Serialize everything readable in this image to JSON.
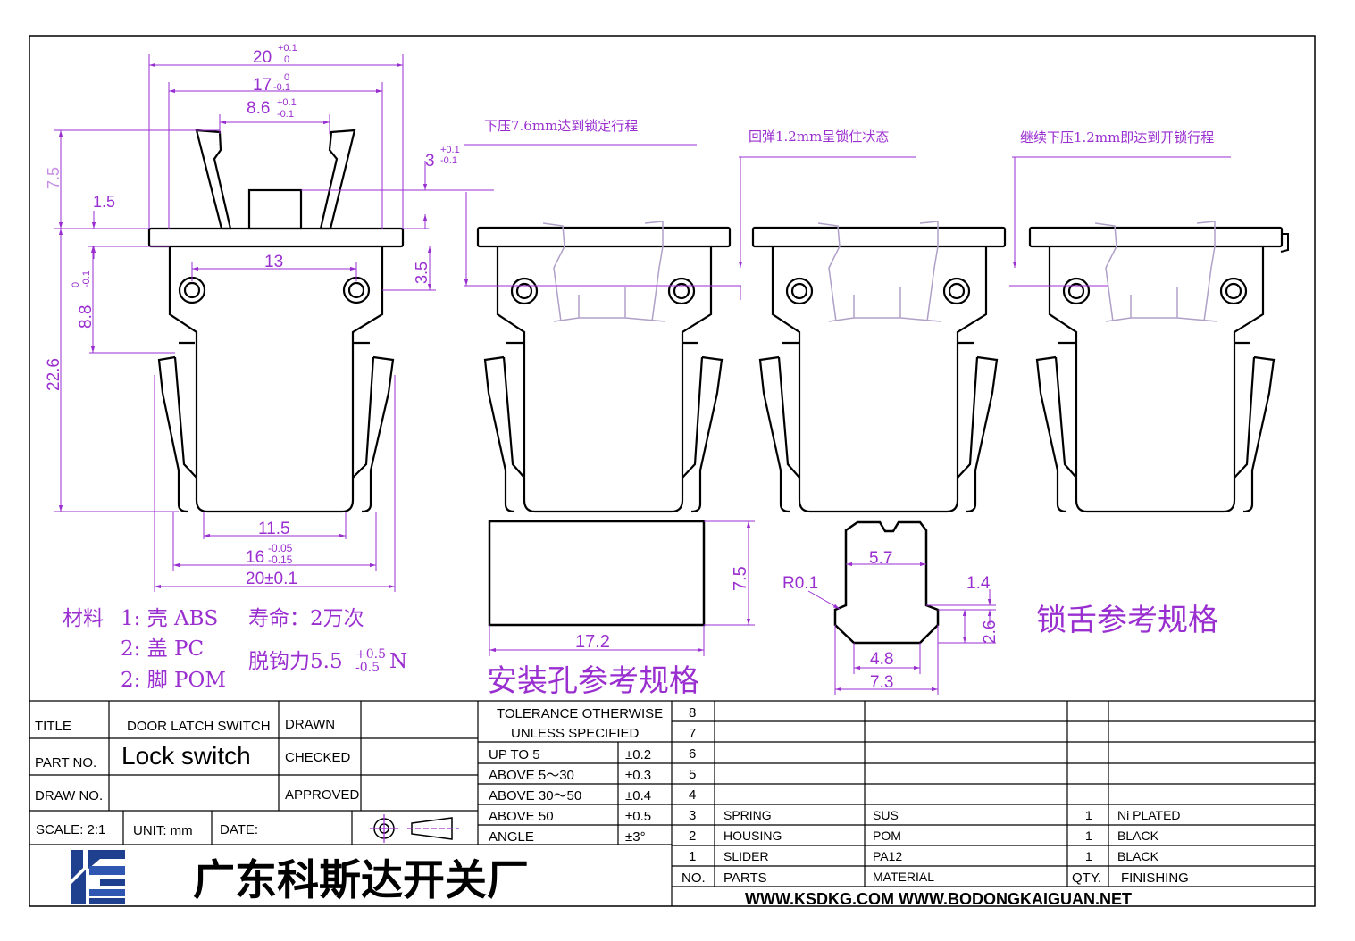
{
  "dimensions": {
    "w20_top": "20",
    "w20_top_tol_up": "+0.1",
    "w20_top_tol_dn": "0",
    "w17": "17",
    "w17_tol_up": "0",
    "w17_tol_dn": "-0.1",
    "w86": "8.6",
    "w86_tol_up": "+0.1",
    "w86_tol_dn": "-0.1",
    "h75": "7.5",
    "h15": "1.5",
    "h3": "3",
    "h3_tol_up": "+0.1",
    "h3_tol_dn": "-0.1",
    "w13": "13",
    "h35": "3.5",
    "h88": "8.8",
    "h88_tol_up": "0",
    "h88_tol_dn": "-0.1",
    "h226": "22.6",
    "w115": "11.5",
    "w16": "16",
    "w16_tol_up": "-0.05",
    "w16_tol_dn": "-0.15",
    "w20_bot": "20±0.1",
    "hole_h": "7.5",
    "hole_w": "17.2",
    "tongue_r": "R0.1",
    "tongue_top": "5.7",
    "tongue_14": "1.4",
    "tongue_26": "2.6",
    "tongue_48": "4.8",
    "tongue_73": "7.3"
  },
  "annotations": {
    "step1": "下压7.6mm达到锁定行程",
    "step2": "回弹1.2mm呈锁住状态",
    "step3": "继续下压1.2mm即达到开锁行程",
    "material_title": "材料",
    "mat1": "1: 壳 ABS",
    "mat2": "2: 盖  PC",
    "mat3": "2: 脚 POM",
    "life": "寿命：2万次",
    "pull_force": "脱钩力5.5",
    "pull_tol_up": "+0.5",
    "pull_tol_dn": "-0.5",
    "pull_unit": "N",
    "hole_spec": "安装孔参考规格",
    "tongue_spec": "锁舌参考规格"
  },
  "title_block": {
    "title_label": "TITLE",
    "title_value": "DOOR LATCH SWITCH",
    "part_label": "PART NO.",
    "part_value": "Lock switch",
    "draw_label": "DRAW NO.",
    "drawn": "DRAWN",
    "checked": "CHECKED",
    "approved": "APPROVED",
    "scale": "SCALE: 2:1",
    "unit": "UNIT: mm",
    "date": "DATE:",
    "company": "广东科斯达开关厂",
    "web": "WWW.KSDKG.COM   WWW.BODONGKAIGUAN.NET"
  },
  "tolerance": {
    "header1": "TOLERANCE OTHERWISE",
    "header2": "UNLESS SPECIFIED",
    "rows": [
      {
        "range": "UP TO 5",
        "tol": "±0.2"
      },
      {
        "range": "ABOVE 5～30",
        "tol": "±0.3"
      },
      {
        "range": "ABOVE 30～50",
        "tol": "±0.4"
      },
      {
        "range": "ABOVE 50",
        "tol": "±0.5"
      },
      {
        "range": "ANGLE",
        "tol": "±3°"
      }
    ]
  },
  "bom": {
    "headers": {
      "no": "NO.",
      "parts": "PARTS",
      "material": "MATERIAL",
      "qty": "QTY.",
      "finishing": "FINISHING"
    },
    "rows": [
      {
        "no": "8",
        "parts": "",
        "material": "",
        "qty": "",
        "finishing": ""
      },
      {
        "no": "7",
        "parts": "",
        "material": "",
        "qty": "",
        "finishing": ""
      },
      {
        "no": "6",
        "parts": "",
        "material": "",
        "qty": "",
        "finishing": ""
      },
      {
        "no": "5",
        "parts": "",
        "material": "",
        "qty": "",
        "finishing": ""
      },
      {
        "no": "4",
        "parts": "",
        "material": "",
        "qty": "",
        "finishing": ""
      },
      {
        "no": "3",
        "parts": "SPRING",
        "material": "SUS",
        "qty": "1",
        "finishing": "Ni PLATED"
      },
      {
        "no": "2",
        "parts": "HOUSING",
        "material": "POM",
        "qty": "1",
        "finishing": "BLACK"
      },
      {
        "no": "1",
        "parts": "SLIDER",
        "material": "PA12",
        "qty": "1",
        "finishing": "BLACK"
      }
    ]
  },
  "colors": {
    "dimension": "#9a2fd0",
    "outline": "#000000",
    "hidden": "#b0a0c8",
    "logo_blue": "#1f3f8f"
  }
}
